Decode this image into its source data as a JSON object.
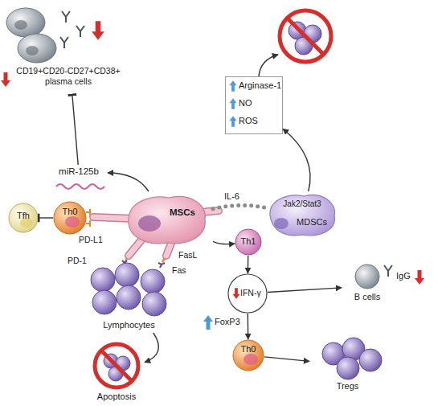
{
  "diagram": {
    "nodes": [
      {
        "text": [
          "CD19+CD20-CD27+CD38+ plasma cells"
        ]
      },
      {
        "text": [
          "miR-125b"
        ]
      },
      {
        "text": [
          "Tfh"
        ]
      },
      {
        "text": [
          "Th0"
        ]
      },
      {
        "text": [
          "MSCs"
        ]
      },
      {
        "text": [
          "Jak2/Stat3",
          "MDSCs"
        ]
      },
      {
        "text": [
          "Arginase-1",
          "NO",
          "ROS"
        ]
      },
      {
        "text": [
          "Lymphocytes"
        ]
      },
      {
        "text": [
          "Apoptosis"
        ]
      },
      {
        "text": [
          "Th1"
        ]
      },
      {
        "text": [
          "IFN-γ"
        ]
      },
      {
        "text": [
          "B cells"
        ]
      },
      {
        "text": [
          "Th0"
        ]
      },
      {
        "text": [
          "Tregs"
        ]
      }
    ],
    "edges": [
      {
        "from": 4,
        "to": 1,
        "arrow": "to"
      },
      {
        "from": 1,
        "to": 0,
        "arrow": "to"
      },
      {
        "from": 3,
        "to": 2,
        "arrow": "to"
      },
      {
        "from": 4,
        "to": 5,
        "label": "IL-6",
        "arrow": "none"
      },
      {
        "from": 5,
        "to": 6,
        "arrow": "to"
      },
      {
        "from": 7,
        "to": 8,
        "arrow": "to"
      },
      {
        "from": 4,
        "to": 9,
        "arrow": "to"
      },
      {
        "from": 9,
        "to": 10,
        "arrow": "to"
      },
      {
        "from": 10,
        "to": 11,
        "arrow": "to"
      },
      {
        "from": 10,
        "to": 12,
        "arrow": "to"
      },
      {
        "from": 12,
        "to": 13,
        "arrow": "to"
      }
    ],
    "labels": [
      "PD-L1",
      "PD-1",
      "FasL",
      "Fas",
      "IgG",
      "FoxP3"
    ]
  }
}
